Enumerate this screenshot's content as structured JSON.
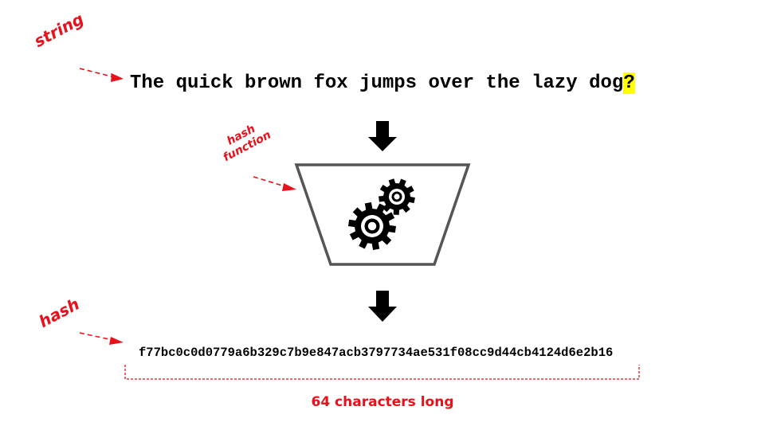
{
  "input": {
    "text": "The quick brown fox jumps over the lazy dog",
    "highlight": "?"
  },
  "hash": {
    "value": "f77bc0c0d0779a6b329c7b9e847acb3797734ae531f08cc9d44cb4124d6e2b16"
  },
  "labels": {
    "string": "string",
    "hash_function_line1": "hash",
    "hash_function_line2": "function",
    "hash": "hash",
    "length": "64 characters long"
  },
  "colors": {
    "annotation": "#e8101a",
    "highlight": "#ffff00",
    "funnel_stroke": "#555555",
    "ink": "#000000"
  },
  "icons": [
    "arrow-down-icon",
    "gears-icon",
    "funnel-icon"
  ]
}
